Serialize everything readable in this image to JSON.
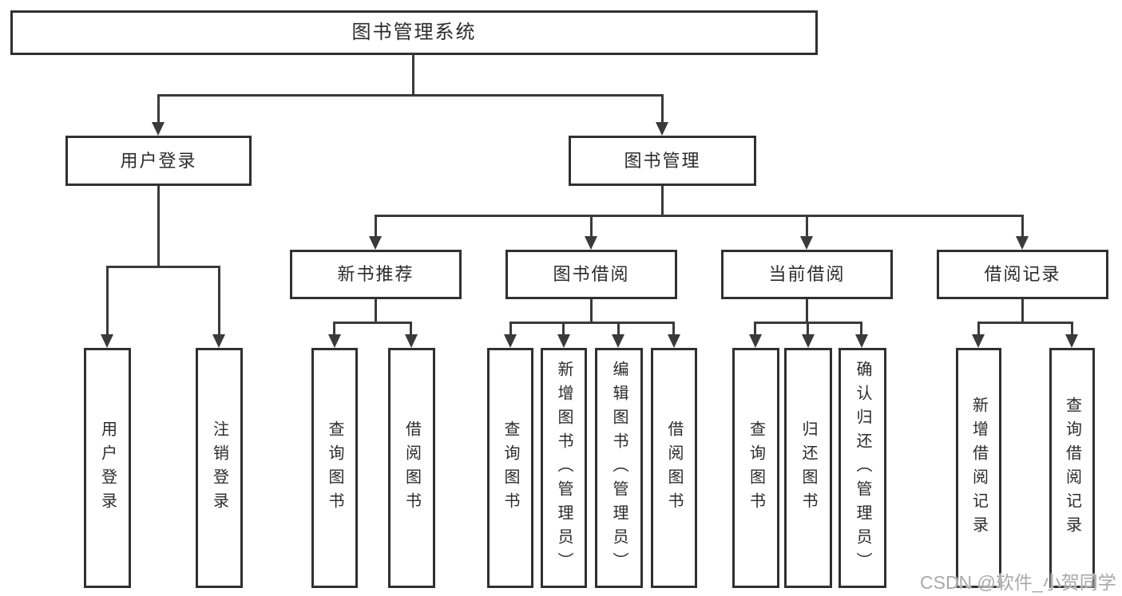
{
  "tree": {
    "root": "图书管理系统",
    "level2": [
      "用户登录",
      "图书管理"
    ],
    "level3": [
      "新书推荐",
      "图书借阅",
      "当前借阅",
      "借阅记录"
    ],
    "leaves": {
      "user_login": [
        "用户登录",
        "注销登录"
      ],
      "new_books": [
        "查询图书",
        "借阅图书"
      ],
      "book_borrow": [
        "查询图书",
        "新增图书（管理员）",
        "编辑图书（管理员）",
        "借阅图书"
      ],
      "current_borrow": [
        "查询图书",
        "归还图书",
        "确认归还（管理员）"
      ],
      "borrow_records": [
        "新增借阅记录",
        "查询借阅记录"
      ]
    }
  },
  "watermark": "CSDN @软件_小贺同学",
  "colors": {
    "line": "#3a3a3a",
    "box_border": "#303030",
    "text": "#2b2b2b",
    "watermark": "#a9a9a9",
    "background": "#ffffff"
  }
}
